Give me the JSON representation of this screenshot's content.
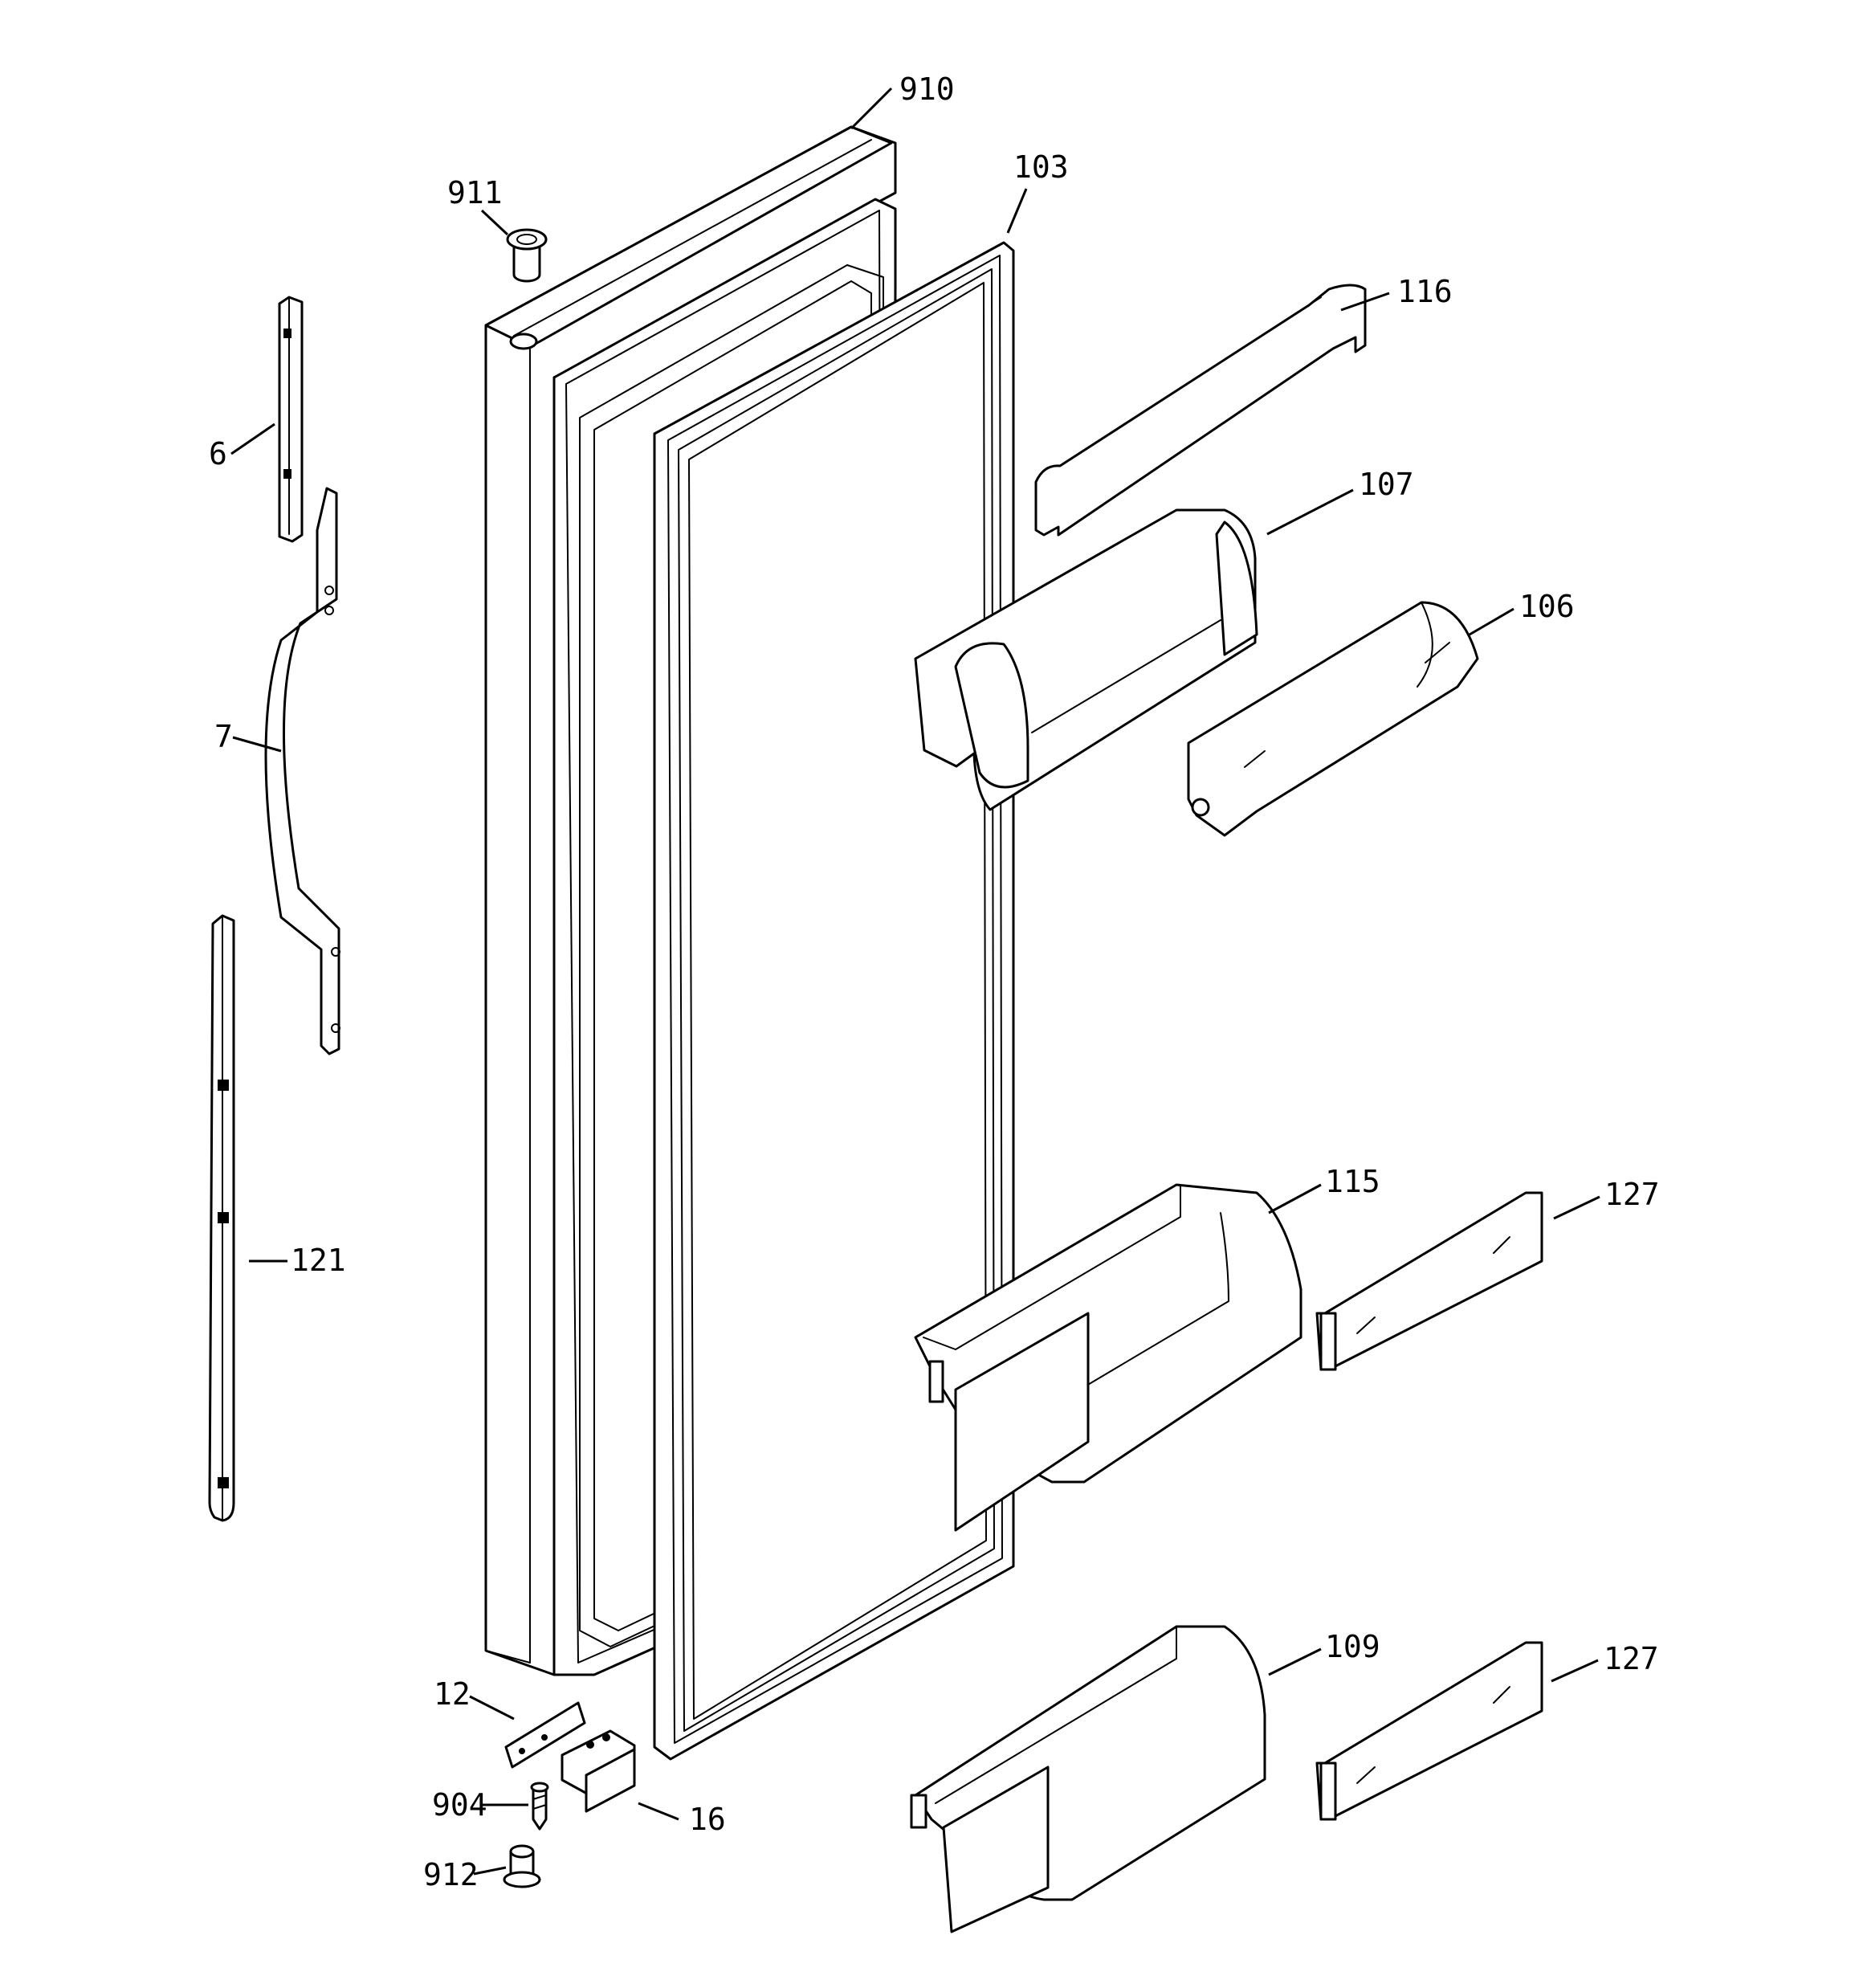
{
  "diagram": {
    "callouts": [
      {
        "id": "910",
        "label": "910"
      },
      {
        "id": "911",
        "label": "911"
      },
      {
        "id": "103",
        "label": "103"
      },
      {
        "id": "116",
        "label": "116"
      },
      {
        "id": "6",
        "label": "6"
      },
      {
        "id": "107",
        "label": "107"
      },
      {
        "id": "106",
        "label": "106"
      },
      {
        "id": "7",
        "label": "7"
      },
      {
        "id": "115",
        "label": "115"
      },
      {
        "id": "127a",
        "label": "127"
      },
      {
        "id": "121",
        "label": "121"
      },
      {
        "id": "109",
        "label": "109"
      },
      {
        "id": "127b",
        "label": "127"
      },
      {
        "id": "12",
        "label": "12"
      },
      {
        "id": "904",
        "label": "904"
      },
      {
        "id": "16",
        "label": "16"
      },
      {
        "id": "912",
        "label": "912"
      }
    ]
  }
}
